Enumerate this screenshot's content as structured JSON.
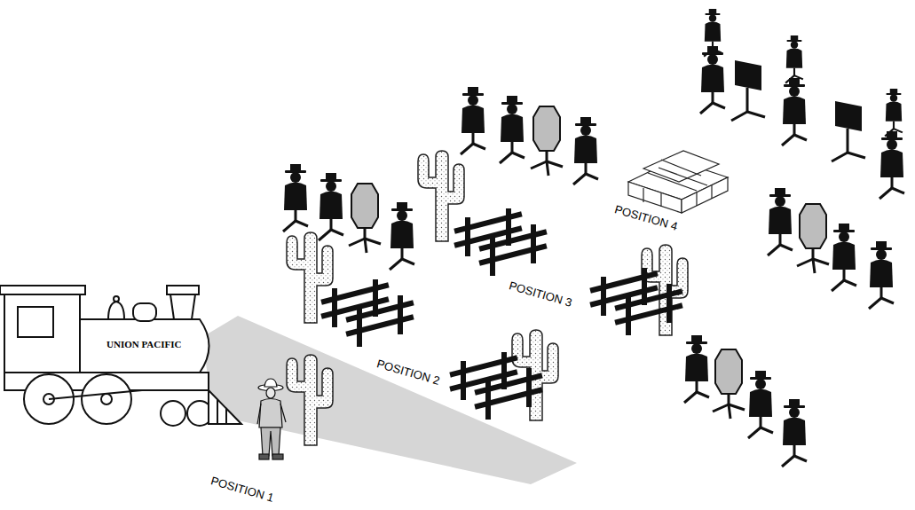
{
  "diagram": {
    "labels": [
      "UNION PACIFIC",
      "POSITION 1",
      "POSITION 2",
      "POSITION 3",
      "POSITION 4"
    ]
  }
}
